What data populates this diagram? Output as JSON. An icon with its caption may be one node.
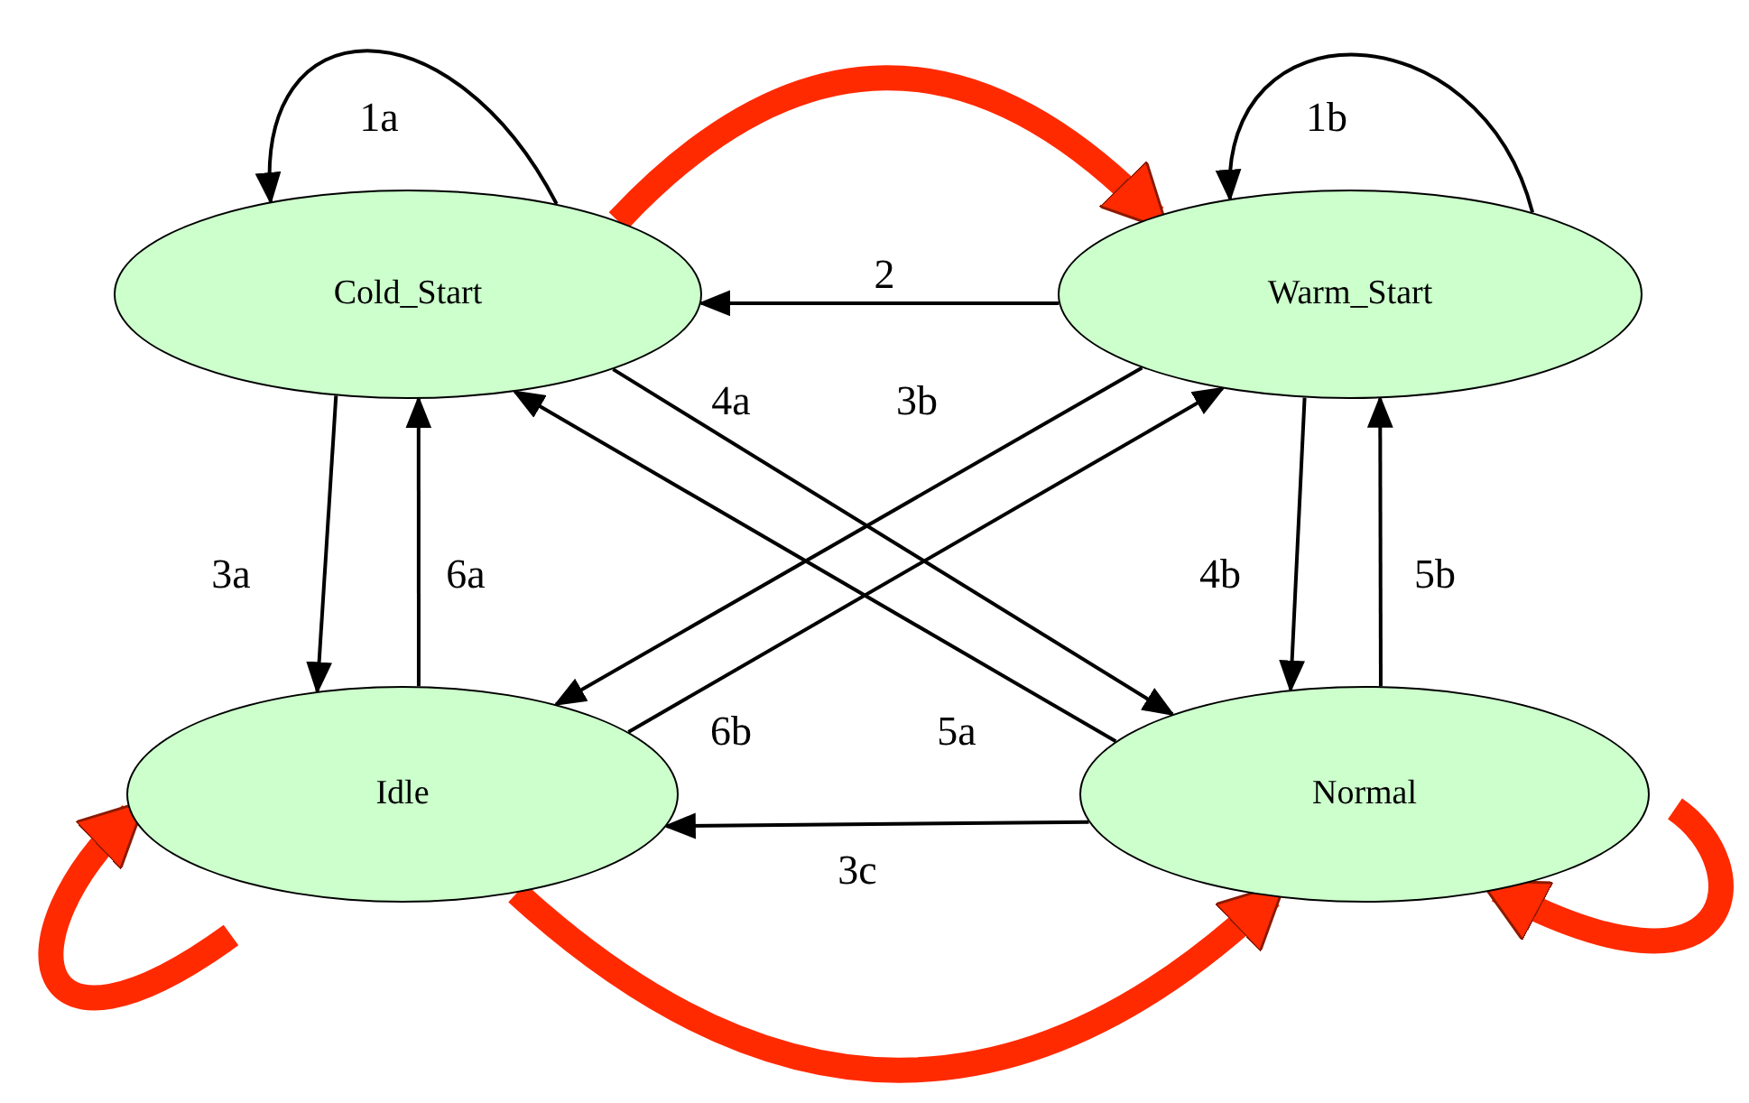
{
  "diagram": {
    "nodes": [
      {
        "text": [
          "Cold_Start"
        ]
      },
      {
        "text": [
          "Warm_Start"
        ]
      },
      {
        "text": [
          "Idle"
        ]
      },
      {
        "text": [
          "Normal"
        ]
      }
    ],
    "edges": [
      {
        "from": 0,
        "to": 0,
        "arrow": "to",
        "label": "1a"
      },
      {
        "from": 1,
        "to": 1,
        "arrow": "to",
        "label": "1b"
      },
      {
        "from": 1,
        "to": 0,
        "arrow": "to",
        "label": "2"
      },
      {
        "from": 0,
        "to": 2,
        "arrow": "to",
        "label": "3a"
      },
      {
        "from": 2,
        "to": 0,
        "arrow": "to",
        "label": "6a"
      },
      {
        "from": 0,
        "to": 3,
        "arrow": "to",
        "label": "4a"
      },
      {
        "from": 1,
        "to": 2,
        "arrow": "to",
        "label": "3b"
      },
      {
        "from": 3,
        "to": 0,
        "arrow": "to",
        "label": "5a"
      },
      {
        "from": 2,
        "to": 1,
        "arrow": "to",
        "label": "6b"
      },
      {
        "from": 1,
        "to": 3,
        "arrow": "to",
        "label": "4b"
      },
      {
        "from": 3,
        "to": 1,
        "arrow": "to",
        "label": "5b"
      },
      {
        "from": 3,
        "to": 2,
        "arrow": "to",
        "label": "3c"
      },
      {
        "from": 0,
        "to": 1,
        "arrow": "to",
        "style": "thick",
        "color": "#ff2a00"
      },
      {
        "from": 2,
        "to": 3,
        "arrow": "to",
        "style": "thick",
        "color": "#ff2a00"
      },
      {
        "from": null,
        "to": 2,
        "arrow": "to",
        "style": "thick",
        "color": "#ff2a00"
      },
      {
        "from": null,
        "to": 3,
        "arrow": "to",
        "style": "thick",
        "color": "#ff2a00"
      }
    ]
  }
}
